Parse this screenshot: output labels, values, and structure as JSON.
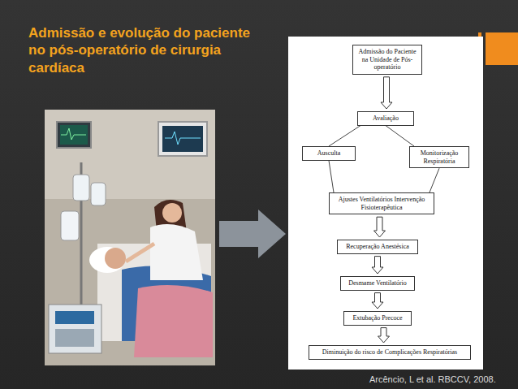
{
  "diagram": {
    "title": "Admissão e evolução do paciente no pós-operatório de cirurgia cardíaca",
    "caption": "Arcêncio, L et al. RBCCV, 2008.",
    "nodes": [
      {
        "text": [
          "Admissão do Paciente na Unidade de Pós-operatório"
        ]
      },
      {
        "text": [
          "Avaliação"
        ]
      },
      {
        "text": [
          "Ausculta"
        ]
      },
      {
        "text": [
          "Monitorização Respiratória"
        ]
      },
      {
        "text": [
          "Ajustes Ventilatórios Intervenção Fisioterapêutica"
        ]
      },
      {
        "text": [
          "Recuperação Anestésica"
        ]
      },
      {
        "text": [
          "Desmame Ventilatório"
        ]
      },
      {
        "text": [
          "Extubação Precoce"
        ]
      },
      {
        "text": [
          "Diminuição do risco de Complicações Respiratórias"
        ]
      }
    ],
    "edges": [
      {
        "from": 0,
        "to": 1,
        "arrow": "to"
      },
      {
        "from": 1,
        "to": 2,
        "arrow": "none"
      },
      {
        "from": 1,
        "to": 3,
        "arrow": "none"
      },
      {
        "from": 2,
        "to": 4,
        "arrow": "none"
      },
      {
        "from": 3,
        "to": 4,
        "arrow": "none"
      },
      {
        "from": 4,
        "to": 5,
        "arrow": "to"
      },
      {
        "from": 5,
        "to": 6,
        "arrow": "to"
      },
      {
        "from": 6,
        "to": 7,
        "arrow": "to"
      },
      {
        "from": 7,
        "to": 8,
        "arrow": "to"
      }
    ]
  }
}
